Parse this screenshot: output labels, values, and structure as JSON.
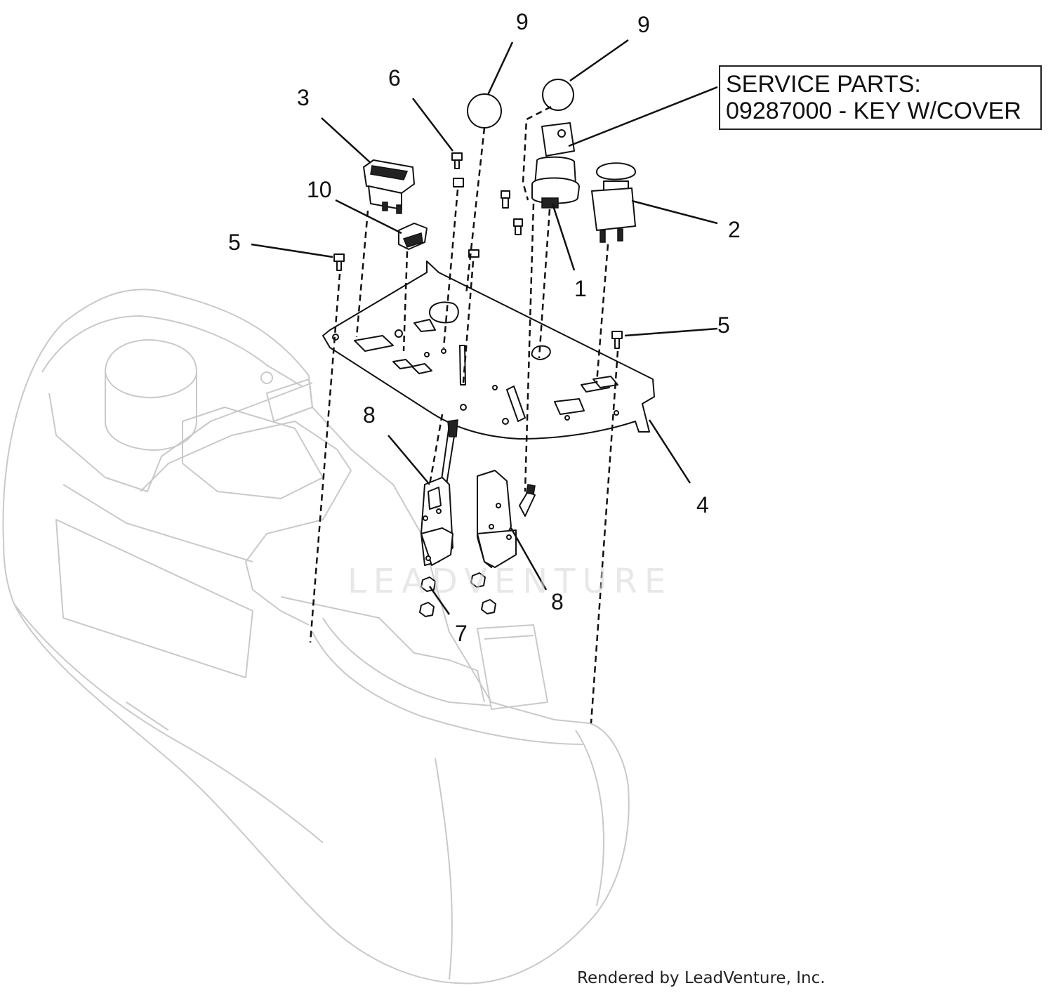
{
  "service_parts": {
    "line1": "SERVICE PARTS:",
    "line2": "09287000 - KEY W/COVER"
  },
  "callouts": {
    "c9a": "9",
    "c9b": "9",
    "c6": "6",
    "c3": "3",
    "c10": "10",
    "c5a": "5",
    "c5b": "5",
    "c1": "1",
    "c2": "2",
    "c8a": "8",
    "c8b": "8",
    "c4": "4",
    "c7": "7"
  },
  "watermark": "LEADVENTURE",
  "footer": "Rendered by LeadVenture, Inc."
}
